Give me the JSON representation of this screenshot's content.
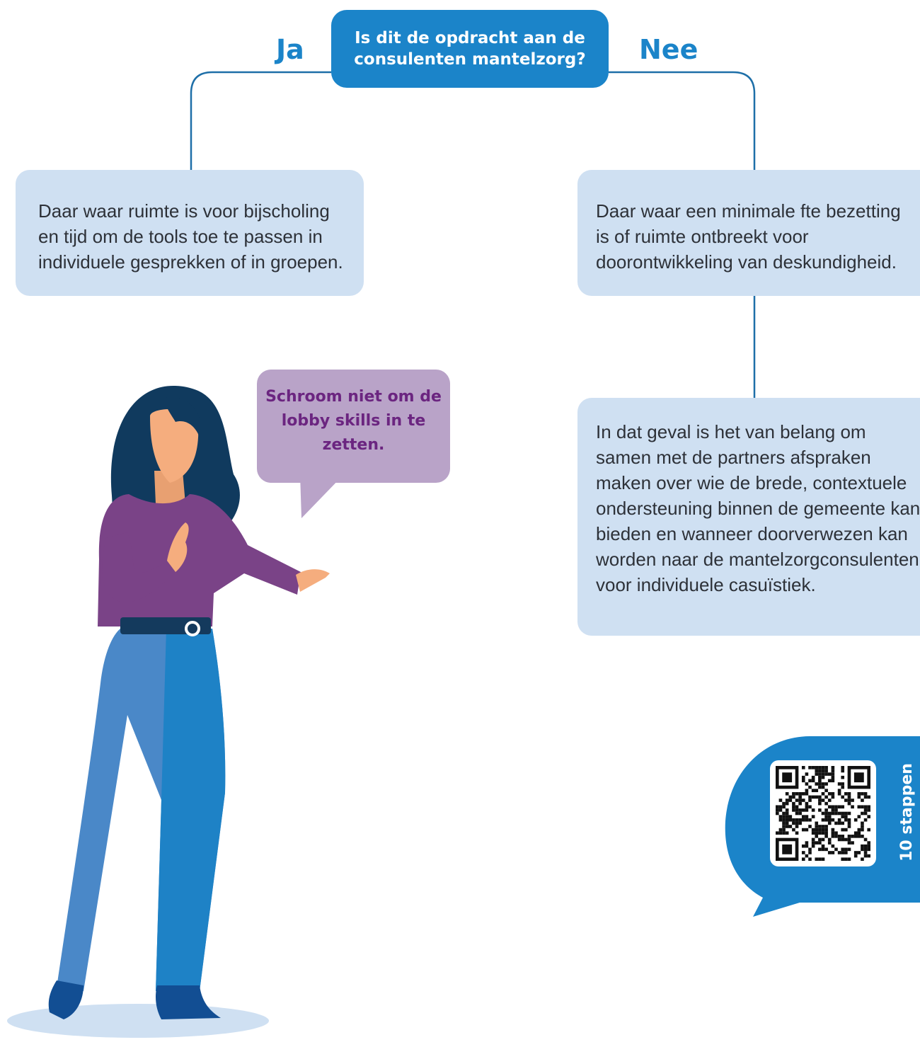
{
  "question": "Is dit de opdracht aan de consulenten mantelzorg?",
  "branches": {
    "yes_label": "Ja",
    "no_label": "Nee"
  },
  "yes_box": "Daar waar ruimte is voor bijscholing en tijd om de tools toe te passen in individuele gesprekken of in groepen.",
  "no_box": "Daar waar een minimale fte bezetting is of ruimte ontbreekt voor doorontwikkeling van deskundigheid.",
  "result_box": "In dat geval is het van belang om samen met de partners afspraken maken over wie de brede, contextuele ondersteuning binnen de gemeente kan bieden en wanneer doorverwezen kan worden naar de mantelzorgconsulenten voor individuele casuïstiek.",
  "speech_bubble": "Schroom niet om de lobby skills in te zetten.",
  "qr_label": "10 stappen",
  "colors": {
    "accent_blue": "#1b84c9",
    "box_light_blue": "#cfe0f2",
    "connector_blue": "#1e6fa8",
    "speech_purple": "#b9a3c8",
    "speech_text": "#6b2580",
    "text_dark": "#2d3138"
  }
}
